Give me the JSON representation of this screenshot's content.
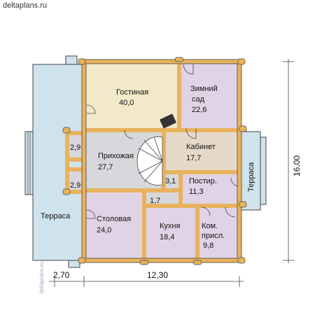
{
  "site": "deltaplans.ru",
  "watermark": "deltaplans.ru",
  "colors": {
    "terrace": "#cfe3ec",
    "living": "#f1e9c8",
    "garden": "#e0d3e6",
    "study": "#e6d9c9",
    "lobby": "#d8d8dc",
    "wall": "#e8b35c",
    "outline": "#444444"
  },
  "rooms": {
    "living": {
      "name": "Гостиная",
      "area": "40,0"
    },
    "garden": {
      "name": "Зимний",
      "name2": "сад",
      "area": "22,6"
    },
    "hall": {
      "name": "Прихожая",
      "area": "27,7"
    },
    "study": {
      "name": "Кабинет",
      "area": "17,7"
    },
    "laundry": {
      "name": "Постир.",
      "area": "11,3"
    },
    "dining": {
      "name": "Столовая",
      "area": "24,0"
    },
    "kitchen": {
      "name": "Кухня",
      "area": "18,4"
    },
    "servant": {
      "name": "Ком.",
      "name2": "присл.",
      "area": "9,8"
    },
    "small1": {
      "area": "2,9"
    },
    "small2": {
      "area": "2,9"
    },
    "wc": {
      "area": "3,1"
    },
    "corridor": {
      "area": "1,7"
    }
  },
  "terraces": {
    "left": "Терраса",
    "right": "Терраса"
  },
  "dimensions": {
    "left_width": "2,70",
    "main_width": "12,30",
    "height": "16,00"
  }
}
